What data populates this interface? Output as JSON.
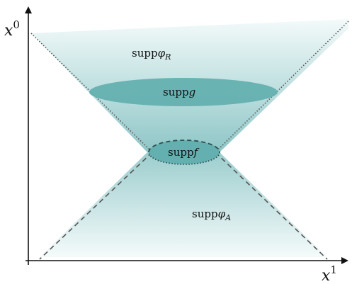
{
  "axes": {
    "x": {
      "base": "x",
      "superscript": "1"
    },
    "y": {
      "base": "x",
      "superscript": "0"
    }
  },
  "regions": {
    "retarded": {
      "prefix": "supp",
      "symbol": "φ",
      "subscript": "R"
    },
    "g": {
      "prefix": "supp",
      "symbol": "g"
    },
    "f": {
      "prefix": "supp",
      "symbol": "f"
    },
    "advanced": {
      "prefix": "supp",
      "symbol": "φ",
      "subscript": "A"
    }
  },
  "colors": {
    "teal_fill": "#64b0b0",
    "teal_stroke": "#2f6f70",
    "cone_gradient_dark": "#7bbcbd",
    "cone_gradient_light": "#f1f9f9",
    "axis": "#111111"
  }
}
